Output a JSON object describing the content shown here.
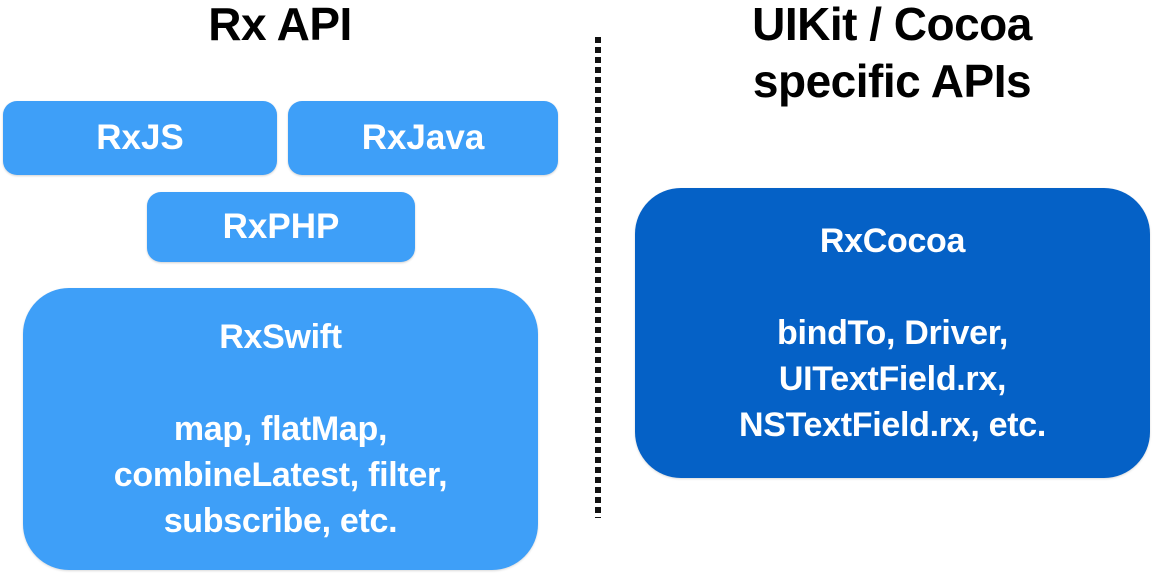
{
  "colors": {
    "light_blue": "#3E9FF8",
    "dark_blue": "#0561C6",
    "title_text": "#000000",
    "box_text": "#FFFFFF",
    "divider": "#111111"
  },
  "left_column": {
    "title": "Rx API",
    "boxes": {
      "rxjs": "RxJS",
      "rxjava": "RxJava",
      "rxphp": "RxPHP"
    },
    "rxswift": {
      "title": "RxSwift",
      "lines": [
        "map, flatMap,",
        "combineLatest, filter,",
        "subscribe, etc."
      ]
    }
  },
  "right_column": {
    "title_line1": "UIKit / Cocoa",
    "title_line2": "specific APIs",
    "rxcocoa": {
      "title": "RxCocoa",
      "lines": [
        "bindTo, Driver,",
        "UITextField.rx,",
        "NSTextField.rx, etc."
      ]
    }
  }
}
